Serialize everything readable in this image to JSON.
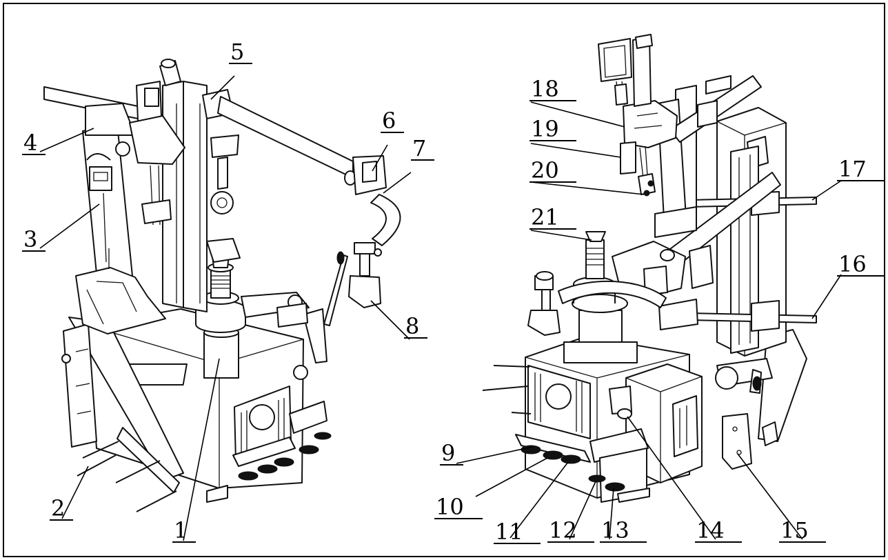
{
  "colors": {
    "line": "#000000",
    "background": "#ffffff"
  },
  "callouts": [
    {
      "id": "1",
      "text": "1"
    },
    {
      "id": "2",
      "text": "2"
    },
    {
      "id": "3",
      "text": "3"
    },
    {
      "id": "4",
      "text": "4"
    },
    {
      "id": "5",
      "text": "5"
    },
    {
      "id": "6",
      "text": "6"
    },
    {
      "id": "7",
      "text": "7"
    },
    {
      "id": "8",
      "text": "8"
    },
    {
      "id": "9",
      "text": "9"
    },
    {
      "id": "10",
      "text": "10"
    },
    {
      "id": "11",
      "text": "11"
    },
    {
      "id": "12",
      "text": "12"
    },
    {
      "id": "13",
      "text": "13"
    },
    {
      "id": "14",
      "text": "14"
    },
    {
      "id": "15",
      "text": "15"
    },
    {
      "id": "16",
      "text": "16"
    },
    {
      "id": "17",
      "text": "17"
    },
    {
      "id": "18",
      "text": "18"
    },
    {
      "id": "19",
      "text": "19"
    },
    {
      "id": "20",
      "text": "20"
    },
    {
      "id": "21",
      "text": "21"
    }
  ]
}
